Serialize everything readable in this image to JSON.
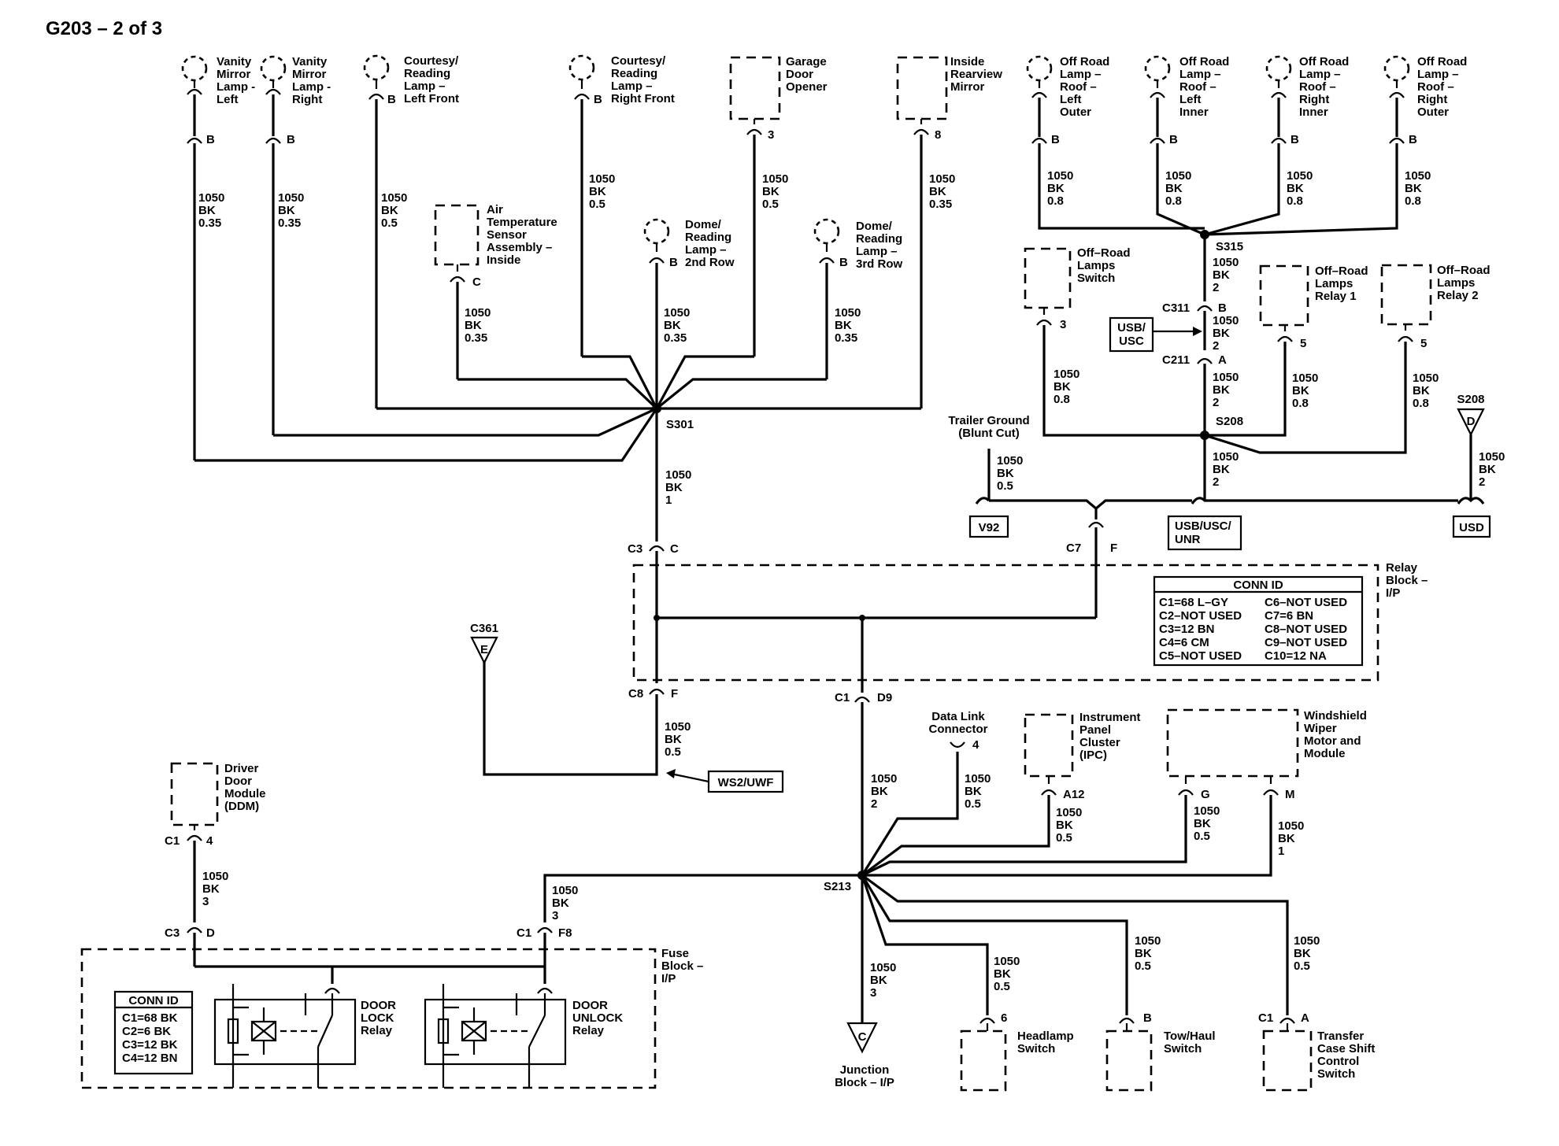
{
  "title": "G203 – 2 of 3",
  "components": {
    "vanity_left": [
      "Vanity",
      "Mirror",
      "Lamp -",
      "Left"
    ],
    "vanity_right": [
      "Vanity",
      "Mirror",
      "Lamp -",
      "Right"
    ],
    "courtesy_left": [
      "Courtesy/",
      "Reading",
      "Lamp –",
      "Left Front"
    ],
    "courtesy_right": [
      "Courtesy/",
      "Reading",
      "Lamp –",
      "Right Front"
    ],
    "garage": [
      "Garage",
      "Door",
      "Opener"
    ],
    "rearview": [
      "Inside",
      "Rearview",
      "Mirror"
    ],
    "air_temp": [
      "Air",
      "Temperature",
      "Sensor",
      "Assembly –",
      "Inside"
    ],
    "dome2": [
      "Dome/",
      "Reading",
      "Lamp –",
      "2nd Row"
    ],
    "dome3": [
      "Dome/",
      "Reading",
      "Lamp –",
      "3rd Row"
    ],
    "offroad_lo": [
      "Off Road",
      "Lamp –",
      "Roof –",
      "Left",
      "Outer"
    ],
    "offroad_li": [
      "Off Road",
      "Lamp –",
      "Roof –",
      "Left",
      "Inner"
    ],
    "offroad_ri": [
      "Off Road",
      "Lamp –",
      "Roof –",
      "Right",
      "Inner"
    ],
    "offroad_ro": [
      "Off Road",
      "Lamp –",
      "Roof –",
      "Right",
      "Outer"
    ],
    "offroad_switch": [
      "Off–Road",
      "Lamps",
      "Switch"
    ],
    "relay1": [
      "Off–Road",
      "Lamps",
      "Relay 1"
    ],
    "relay2": [
      "Off–Road",
      "Lamps",
      "Relay 2"
    ],
    "trailer": [
      "Trailer Ground",
      "(Blunt Cut)"
    ],
    "relay_block": [
      "Relay",
      "Block –",
      "I/P"
    ],
    "dlc": [
      "Data Link",
      "Connector"
    ],
    "ipc": [
      "Instrument",
      "Panel",
      "Cluster",
      "(IPC)"
    ],
    "wiper": [
      "Windshield",
      "Wiper",
      "Motor and",
      "Module"
    ],
    "ddm": [
      "Driver",
      "Door",
      "Module",
      "(DDM)"
    ],
    "fuse_block": [
      "Fuse",
      "Block –",
      "I/P"
    ],
    "door_lock": [
      "DOOR",
      "LOCK",
      "Relay"
    ],
    "door_unlock": [
      "DOOR",
      "UNLOCK",
      "Relay"
    ],
    "headlamp": [
      "Headlamp",
      "Switch"
    ],
    "towhaul": [
      "Tow/Haul",
      "Switch"
    ],
    "transfer": [
      "Transfer",
      "Case Shift",
      "Control",
      "Switch"
    ],
    "junction": [
      "Junction",
      "Block – I/P"
    ]
  },
  "wires": {
    "w035": [
      "1050",
      "BK",
      "0.35"
    ],
    "w05": [
      "1050",
      "BK",
      "0.5"
    ],
    "w08": [
      "1050",
      "BK",
      "0.8"
    ],
    "w1": [
      "1050",
      "BK",
      "1"
    ],
    "w2": [
      "1050",
      "BK",
      "2"
    ],
    "w3": [
      "1050",
      "BK",
      "3"
    ]
  },
  "pins": {
    "B": "B",
    "C": "C",
    "3": "3",
    "8": "8",
    "5": "5",
    "A": "A",
    "F": "F",
    "D9": "D9",
    "4": "4",
    "A12": "A12",
    "G": "G",
    "M": "M",
    "D": "D",
    "F8": "F8",
    "6": "6"
  },
  "connectors": {
    "C3": "C3",
    "C7": "C7",
    "C8": "C8",
    "C1": "C1",
    "C311": "C311",
    "C211": "C211"
  },
  "splices": {
    "S301": "S301",
    "S315": "S315",
    "S208": "S208",
    "S213": "S213"
  },
  "grounds": {
    "s208_ref": "S208",
    "s208_letter": "D",
    "c361_ref": "C361",
    "c361_letter": "E",
    "junction_letter": "C"
  },
  "refs": {
    "usb_usc": [
      "USB/",
      "USC"
    ],
    "v92": "V92",
    "usb_usc_unr": [
      "USB/USC/",
      "UNR"
    ],
    "usd": "USD",
    "ws2": "WS2/UWF"
  },
  "relay_conn_table": {
    "header": "CONN ID",
    "left": [
      "C1=68 L–GY",
      "C2–NOT USED",
      "C3=12 BN",
      "C4=6 CM",
      "C5–NOT USED"
    ],
    "right": [
      "C6–NOT USED",
      "C7=6 BN",
      "C8–NOT USED",
      "C9–NOT USED",
      "C10=12 NA"
    ]
  },
  "fuse_conn_table": {
    "header": "CONN ID",
    "rows": [
      "C1=68 BK",
      "C2=6 BK",
      "C3=12 BK",
      "C4=12 BN"
    ]
  }
}
